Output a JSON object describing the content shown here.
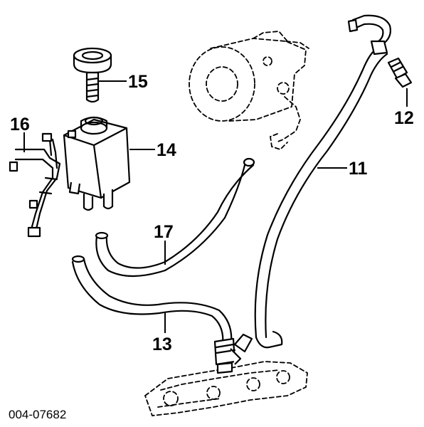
{
  "diagram": {
    "callouts": {
      "c11": "11",
      "c12": "12",
      "c13": "13",
      "c14": "14",
      "c15": "15",
      "c16": "16",
      "c17": "17"
    },
    "document_number": "004-07682"
  }
}
